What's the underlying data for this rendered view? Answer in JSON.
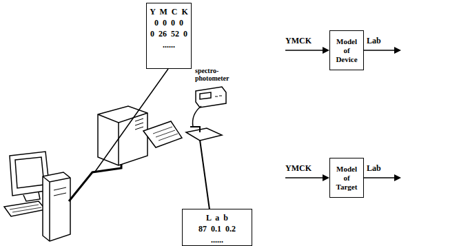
{
  "diagram": {
    "nodes": [
      {
        "text": [
          "Y M C K",
          "0 0 0 0",
          "0 26 52 0",
          "......"
        ]
      },
      {
        "text": [
          "L a b",
          "87 0.1 0.2",
          "......"
        ]
      },
      {
        "text": [
          "Model of Device"
        ]
      },
      {
        "text": [
          "Model of Target"
        ]
      }
    ],
    "labels": [
      "spectro- photometer",
      "YMCK",
      "Lab",
      "YMCK",
      "Lab"
    ]
  }
}
